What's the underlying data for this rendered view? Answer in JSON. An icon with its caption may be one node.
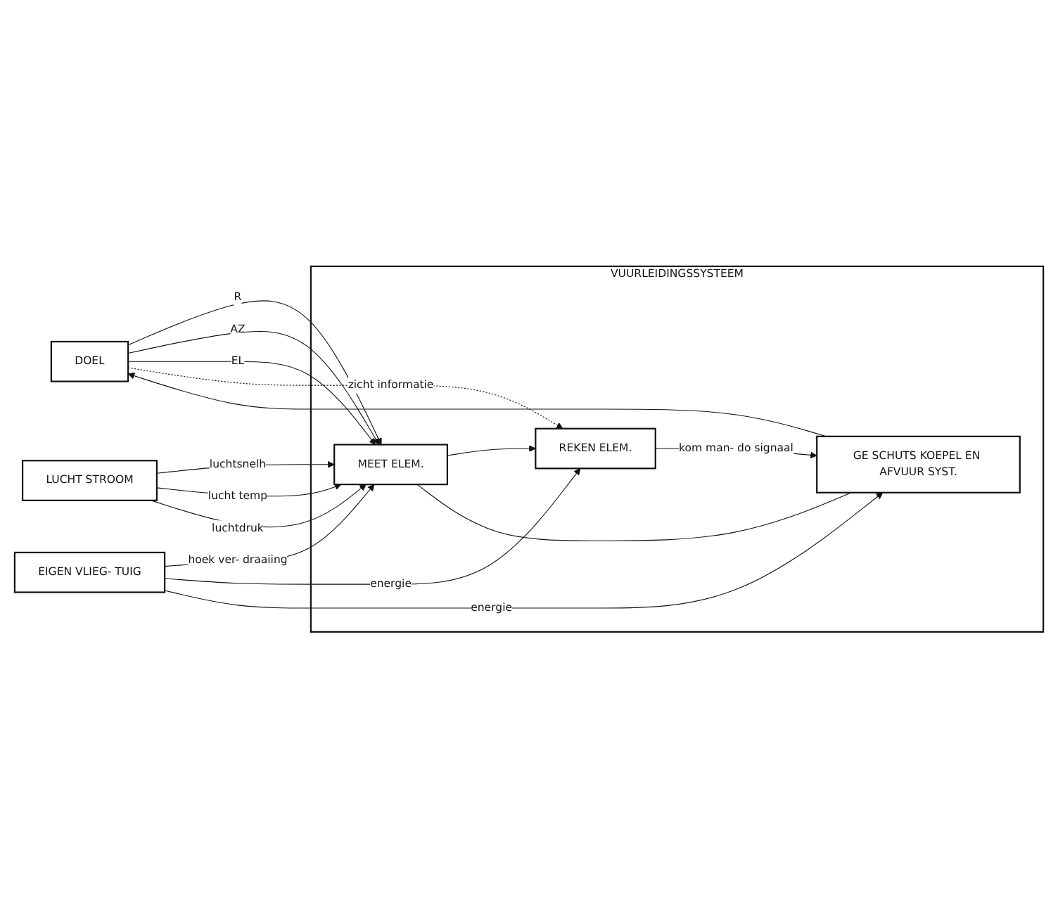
{
  "diagram": {
    "nodes": [
      {
        "text": [
          "DOEL"
        ]
      },
      {
        "text": [
          "VUURLEIDINGSSYSTEEM"
        ]
      },
      {
        "text": [
          "MEET ELEM."
        ],
        "in": 1
      },
      {
        "text": [
          "REKEN ELEM."
        ],
        "in": 1
      },
      {
        "text": [
          "GE SCHUTS KOEPEL EN AFVUUR SYST."
        ],
        "in": 1
      },
      {
        "text": [
          "LUCHT STROOM"
        ]
      },
      {
        "text": [
          "EIGEN VLIEG- TUIG"
        ]
      }
    ],
    "edges": [
      {
        "from": 0,
        "to": 2,
        "arrow": "to",
        "label": "R"
      },
      {
        "from": 0,
        "to": 2,
        "arrow": "to",
        "label": "AZ"
      },
      {
        "from": 0,
        "to": 2,
        "arrow": "to",
        "label": "EL"
      },
      {
        "from": 5,
        "to": 2,
        "arrow": "to",
        "label": "luchtsnelh"
      },
      {
        "from": 5,
        "to": 2,
        "arrow": "to",
        "label": "lucht temp"
      },
      {
        "from": 5,
        "to": 2,
        "arrow": "to",
        "label": "luchtdruk"
      },
      {
        "from": 6,
        "to": 2,
        "arrow": "to",
        "label": "hoek ver- draaiing"
      },
      {
        "from": 0,
        "to": 3,
        "arrow": "to",
        "label": "zicht informatie",
        "style": "dashed"
      },
      {
        "from": 2,
        "to": 3,
        "arrow": "to"
      },
      {
        "from": 2,
        "to": 4,
        "arrow": "none"
      },
      {
        "from": 6,
        "to": 3,
        "arrow": "to",
        "label": "energie"
      },
      {
        "from": 3,
        "to": 4,
        "arrow": "to",
        "label": "kom man- do signaal"
      },
      {
        "from": 6,
        "to": 4,
        "arrow": "to",
        "label": "energie"
      },
      {
        "from": 4,
        "to": 0,
        "arrow": "to"
      }
    ]
  }
}
